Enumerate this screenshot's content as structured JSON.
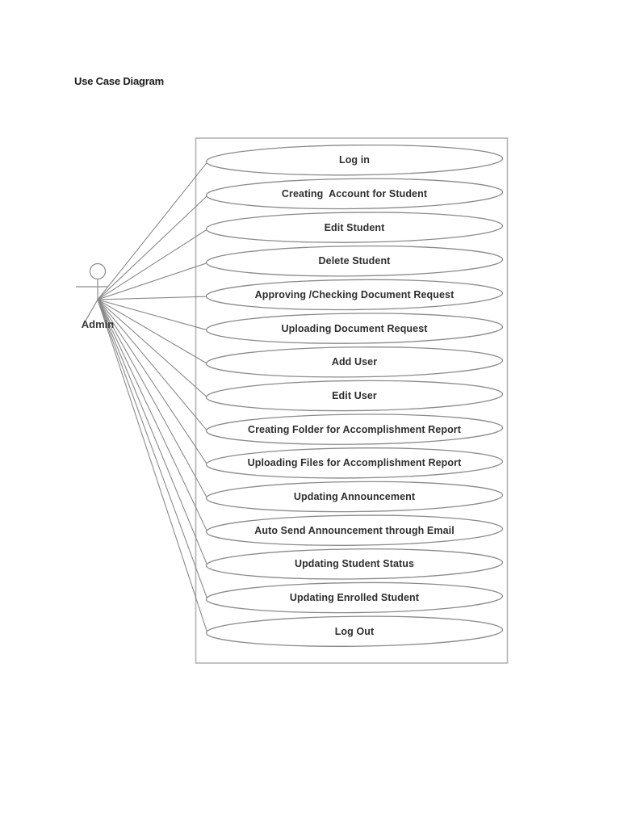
{
  "page": {
    "title": "Use Case Diagram"
  },
  "diagram": {
    "type": "uml-use-case",
    "actor": {
      "label": "Admin"
    },
    "use_cases": [
      {
        "label": "Log in"
      },
      {
        "label": "Creating  Account for Student"
      },
      {
        "label": "Edit Student"
      },
      {
        "label": "Delete Student"
      },
      {
        "label": "Approving /Checking Document Request"
      },
      {
        "label": "Uploading Document Request"
      },
      {
        "label": "Add User"
      },
      {
        "label": "Edit User"
      },
      {
        "label": "Creating Folder for Accomplishment Report"
      },
      {
        "label": "Uploading Files for Accomplishment Report"
      },
      {
        "label": "Updating Announcement"
      },
      {
        "label": "Auto Send Announcement through Email"
      },
      {
        "label": "Updating Student Status"
      },
      {
        "label": "Updating Enrolled Student"
      },
      {
        "label": "Log Out"
      }
    ],
    "colors": {
      "page_background": "#ffffff",
      "shape_stroke": "#8a8a8a",
      "boundary_stroke": "#b3b3b3",
      "connector_stroke": "#8a8a8a",
      "label_text": "#2e2e2e",
      "title_text": "#1c1c1c"
    }
  }
}
